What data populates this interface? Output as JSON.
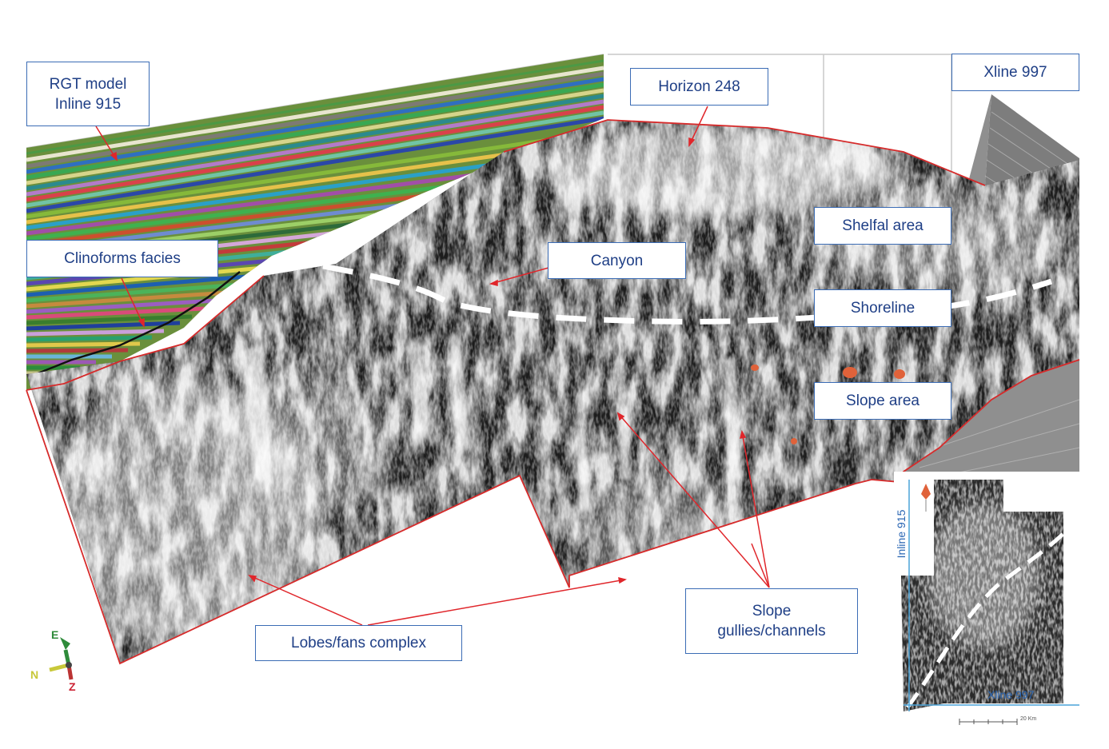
{
  "labels": {
    "rgt_model": "RGT model\nInline 915",
    "horizon": "Horizon 248",
    "xline_top": "Xline 997",
    "clinoforms": "Clinoforms facies",
    "canyon": "Canyon",
    "shelfal": "Shelfal area",
    "shoreline": "Shoreline",
    "slope_area": "Slope area",
    "slope_gullies": "Slope\ngullies/channels",
    "lobes": "Lobes/fans complex"
  },
  "inset": {
    "inline_label": "Inline 915",
    "xline_label": "Xline 997",
    "scale_label": "20 Km"
  },
  "orientation": {
    "e": "E",
    "n": "N",
    "z": "Z"
  },
  "colors": {
    "box_border": "#3b6cb5",
    "box_text": "#1f3f86",
    "arrow": "#e0262b",
    "outline": "#d62b2b",
    "inset_axis": "#4aa3d8"
  },
  "icons": {
    "compass": "north-arrow-icon",
    "orientation": "axis-triad-icon"
  }
}
